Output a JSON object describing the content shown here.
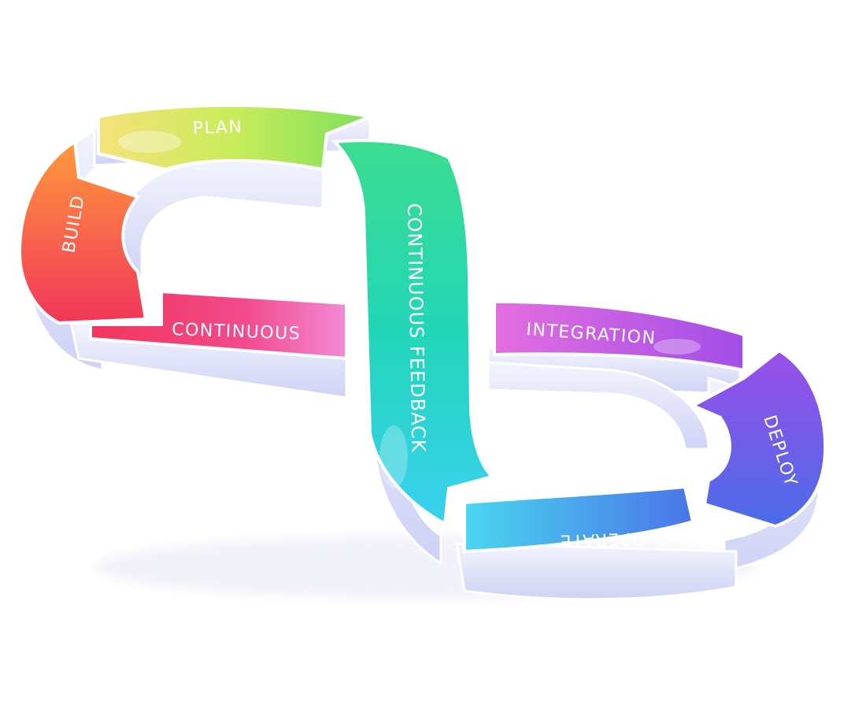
{
  "diagram": {
    "segments": [
      {
        "id": "build",
        "label": "BUILD",
        "color": "#f45a4a"
      },
      {
        "id": "plan",
        "label": "PLAN",
        "color": "#b6e04a"
      },
      {
        "id": "continuous",
        "label": "CONTINUOUS",
        "color": "#f23f86"
      },
      {
        "id": "feedback",
        "label": "CONTINUOUS FEEDBACK",
        "color": "#1fd6b0"
      },
      {
        "id": "integration",
        "label": "INTEGRATION",
        "color": "#c04ee0"
      },
      {
        "id": "deploy",
        "label": "DEPLOY",
        "color": "#6655e6"
      },
      {
        "id": "operate",
        "label": "OPERATE",
        "color": "#4aa4ee"
      }
    ],
    "base_color": "#e6e8fb"
  }
}
